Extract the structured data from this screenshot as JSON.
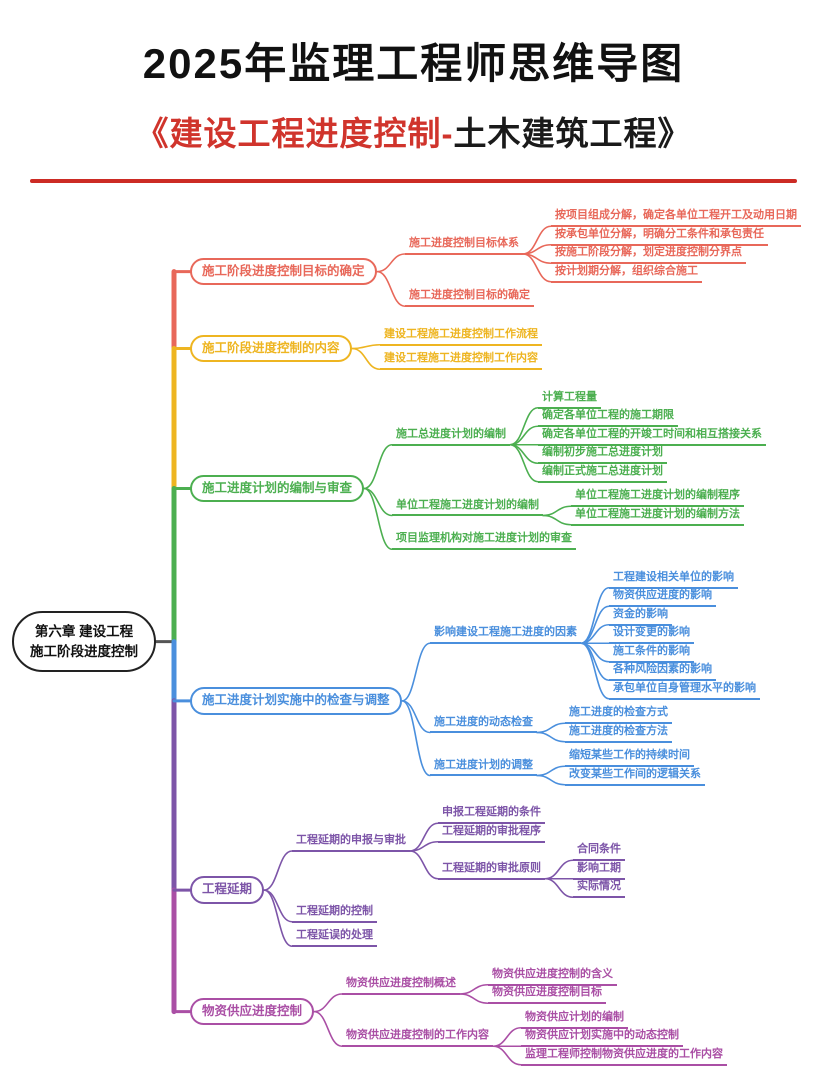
{
  "header": {
    "title": "2025年监理工程师思维导图",
    "subtitle_red": "《建设工程进度控制-",
    "subtitle_dark": "土木建筑工程》"
  },
  "mindmap": {
    "root": {
      "label": "第六章 建设工程\n施工阶段进度控制"
    },
    "branches": [
      {
        "label": "施工阶段进度控制目标的确定",
        "color": "#e8685a",
        "children": [
          {
            "label": "施工进度控制目标体系",
            "children": [
              {
                "label": "按项目组成分解，确定各单位工程开工及动用日期"
              },
              {
                "label": "按承包单位分解，明确分工条件和承包责任"
              },
              {
                "label": "按施工阶段分解，划定进度控制分界点"
              },
              {
                "label": "按计划期分解，组织综合施工"
              }
            ]
          },
          {
            "label": "施工进度控制目标的确定"
          }
        ]
      },
      {
        "label": "施工阶段进度控制的内容",
        "color": "#eeb521",
        "children": [
          {
            "label": "建设工程施工进度控制工作流程"
          },
          {
            "label": "建设工程施工进度控制工作内容"
          }
        ]
      },
      {
        "label": "施工进度计划的编制与审查",
        "color": "#4caf50",
        "children": [
          {
            "label": "施工总进度计划的编制",
            "children": [
              {
                "label": "计算工程量"
              },
              {
                "label": "确定各单位工程的施工期限"
              },
              {
                "label": "确定各单位工程的开竣工时间和相互搭接关系"
              },
              {
                "label": "编制初步施工总进度计划"
              },
              {
                "label": "编制正式施工总进度计划"
              }
            ]
          },
          {
            "label": "单位工程施工进度计划的编制",
            "children": [
              {
                "label": "单位工程施工进度计划的编制程序"
              },
              {
                "label": "单位工程施工进度计划的编制方法"
              }
            ]
          },
          {
            "label": "项目监理机构对施工进度计划的审查"
          }
        ]
      },
      {
        "label": "施工进度计划实施中的检查与调整",
        "color": "#4a8fdd",
        "children": [
          {
            "label": "影响建设工程施工进度的因素",
            "children": [
              {
                "label": "工程建设相关单位的影响"
              },
              {
                "label": "物资供应进度的影响"
              },
              {
                "label": "资金的影响"
              },
              {
                "label": "设计变更的影响"
              },
              {
                "label": "施工条件的影响"
              },
              {
                "label": "各种风险因素的影响"
              },
              {
                "label": "承包单位自身管理水平的影响"
              }
            ]
          },
          {
            "label": "施工进度的动态检查",
            "children": [
              {
                "label": "施工进度的检查方式"
              },
              {
                "label": "施工进度的检查方法"
              }
            ]
          },
          {
            "label": "施工进度计划的调整",
            "children": [
              {
                "label": "缩短某些工作的持续时间"
              },
              {
                "label": "改变某些工作间的逻辑关系"
              }
            ]
          }
        ]
      },
      {
        "label": "工程延期",
        "color": "#7d55a8",
        "children": [
          {
            "label": "工程延期的申报与审批",
            "children": [
              {
                "label": "申报工程延期的条件"
              },
              {
                "label": "工程延期的审批程序"
              },
              {
                "label": "工程延期的审批原则",
                "children": [
                  {
                    "label": "合同条件"
                  },
                  {
                    "label": "影响工期"
                  },
                  {
                    "label": "实际情况"
                  }
                ]
              }
            ]
          },
          {
            "label": "工程延期的控制"
          },
          {
            "label": "工程延误的处理"
          }
        ]
      },
      {
        "label": "物资供应进度控制",
        "color": "#aa4fa5",
        "children": [
          {
            "label": "物资供应进度控制概述",
            "children": [
              {
                "label": "物资供应进度控制的含义"
              },
              {
                "label": "物资供应进度控制目标"
              }
            ]
          },
          {
            "label": "物资供应进度控制的工作内容",
            "children": [
              {
                "label": "物资供应计划的编制"
              },
              {
                "label": "物资供应计划实施中的动态控制"
              },
              {
                "label": "监理工程师控制物资供应进度的工作内容"
              }
            ]
          }
        ]
      }
    ]
  }
}
